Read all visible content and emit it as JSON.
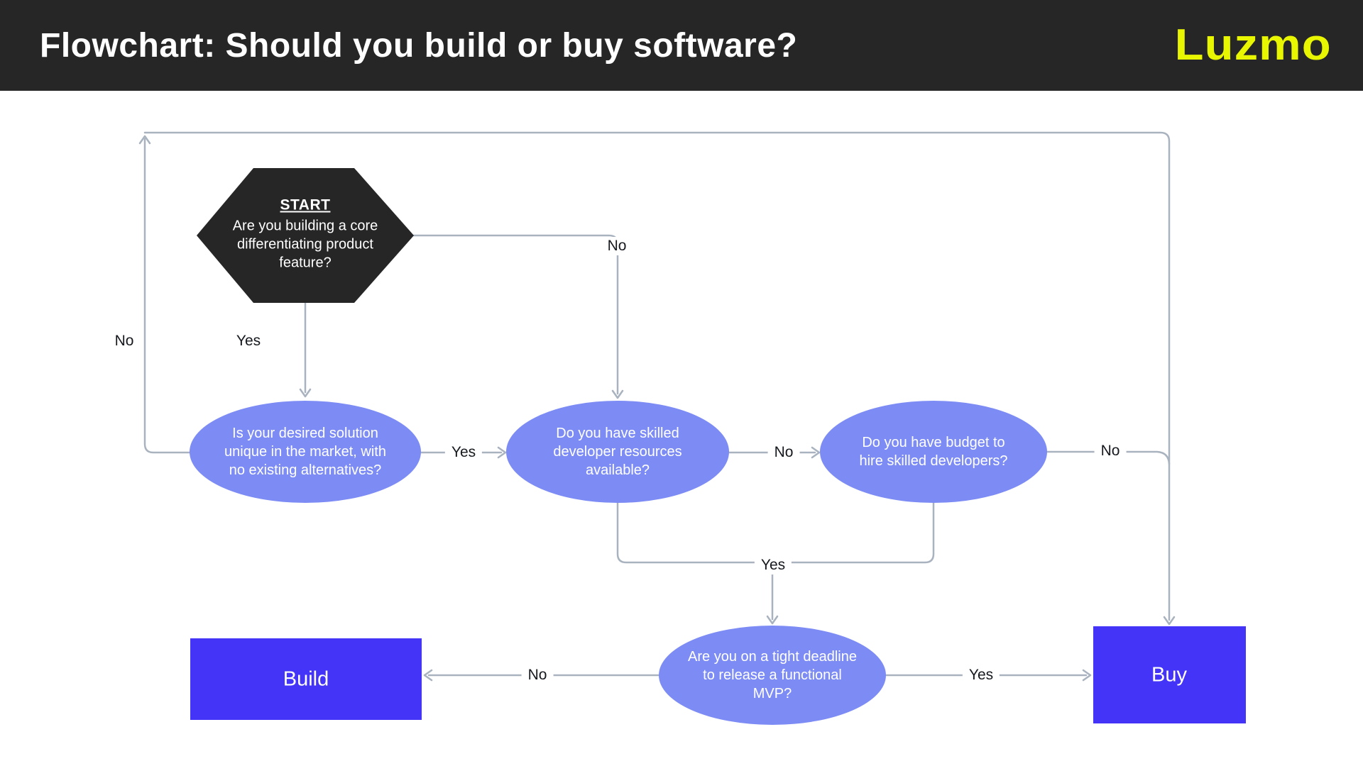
{
  "header": {
    "title": "Flowchart: Should you build or buy software?",
    "brand": "Luzmo"
  },
  "colors": {
    "header_bg": "#262626",
    "brand_yellow": "#e9f602",
    "hexagon_dark": "#262626",
    "decision_periwinkle": "#7d8cf5",
    "outcome_blue": "#4434f7",
    "edge_gray": "#a9b3bf",
    "label_text": "#15181d",
    "node_text": "#ffffff"
  },
  "nodes": {
    "start": {
      "title": "START",
      "question": "Are you building a core differentiating product feature?"
    },
    "unique": {
      "question": "Is your desired solution unique in the market, with no existing alternatives?"
    },
    "resources": {
      "question": "Do you have skilled developer resources available?"
    },
    "budget": {
      "question": "Do you have budget to hire skilled developers?"
    },
    "deadline": {
      "question": "Are you on a tight deadline to release a functional MVP?"
    },
    "build": {
      "label": "Build"
    },
    "buy": {
      "label": "Buy"
    }
  },
  "edge_labels": {
    "start_yes": "Yes",
    "start_no": "No",
    "unique_no": "No",
    "unique_yes": "Yes",
    "resources_no": "No",
    "budget_no": "No",
    "resources_budget_yes": "Yes",
    "deadline_no": "No",
    "deadline_yes": "Yes"
  }
}
